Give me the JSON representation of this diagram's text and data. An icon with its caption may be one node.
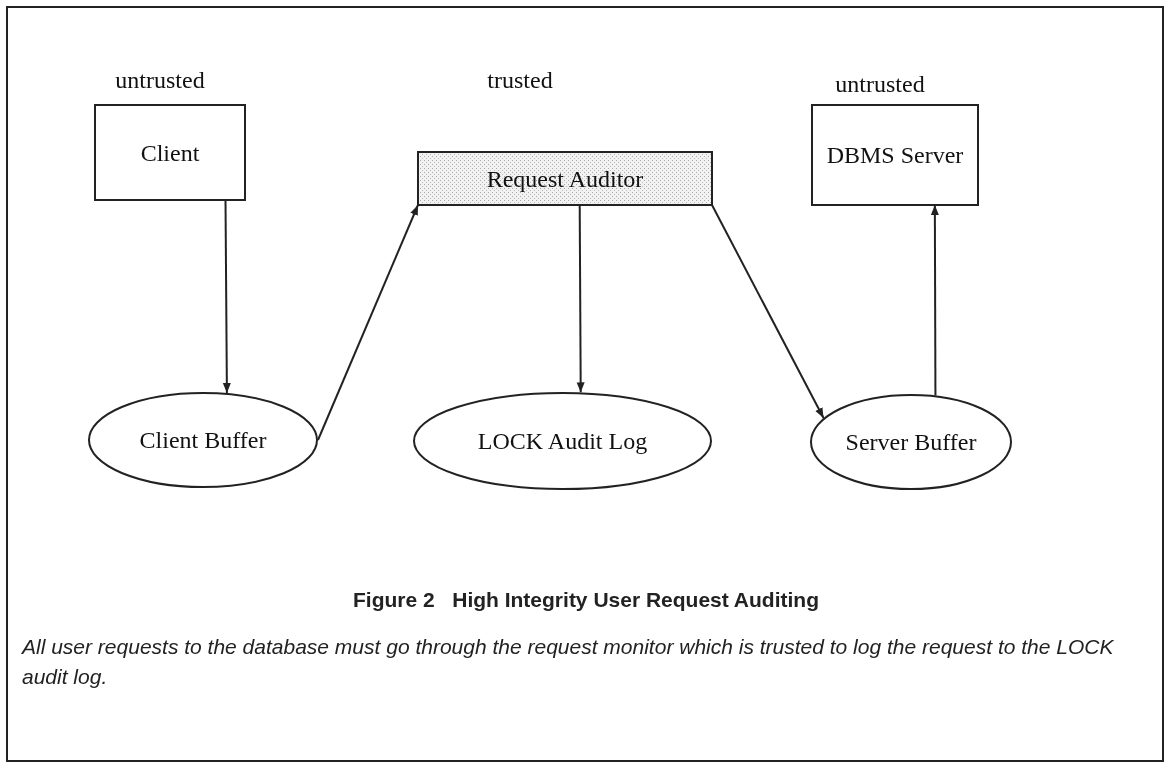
{
  "diagram": {
    "title": "Figure 2   High Integrity User Request Auditing",
    "caption": "All user requests to the database must go through the request monitor which is trusted to log the request to the LOCK audit log.",
    "nodes": [
      {
        "text": [
          "Client"
        ]
      },
      {
        "text": [
          "Request Auditor"
        ]
      },
      {
        "text": [
          "DBMS Server"
        ]
      },
      {
        "text": [
          "Client Buffer"
        ]
      },
      {
        "text": [
          "LOCK Audit Log"
        ]
      },
      {
        "text": [
          "Server Buffer"
        ]
      }
    ],
    "edges": [
      {
        "from": 0,
        "to": 3,
        "arrow": "to"
      },
      {
        "from": 3,
        "to": 1,
        "arrow": "to"
      },
      {
        "from": 1,
        "to": 4,
        "arrow": "to"
      },
      {
        "from": 1,
        "to": 5,
        "arrow": "to"
      },
      {
        "from": 5,
        "to": 2,
        "arrow": "to"
      }
    ],
    "labels": [
      "untrusted",
      "trusted",
      "untrusted"
    ]
  }
}
